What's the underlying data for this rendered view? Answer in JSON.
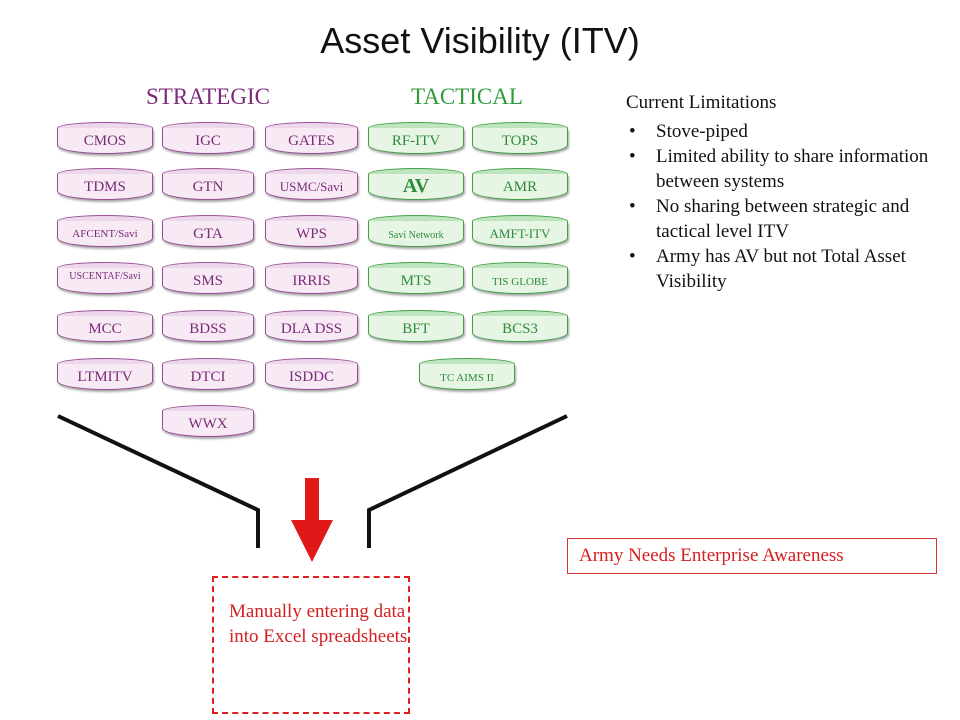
{
  "title": "Asset Visibility (ITV)",
  "sections": {
    "strategic": "STRATEGIC",
    "tactical": "TACTICAL"
  },
  "strategic_systems": [
    "CMOS",
    "IGC",
    "GATES",
    "TDMS",
    "GTN",
    "USMC/Savi",
    "AFCENT/Savi",
    "GTA",
    "WPS",
    "USCENTAF/Savi",
    "SMS",
    "IRRIS",
    "MCC",
    "BDSS",
    "DLA DSS",
    "LTMITV",
    "DTCI",
    "ISDDC",
    "WWX"
  ],
  "tactical_systems": [
    "RF-ITV",
    "TOPS",
    "AV",
    "AMR",
    "Savi Network",
    "AMFT-ITV",
    "MTS",
    "TIS GLOBE",
    "BFT",
    "BCS3",
    "TC AIMS II"
  ],
  "limitations": {
    "heading": "Current Limitations",
    "items": [
      "Stove-piped",
      "Limited ability to share information between systems",
      "No sharing between strategic and tactical level ITV",
      "Army has AV but not Total Asset Visibility"
    ]
  },
  "callouts": {
    "enterprise": "Army Needs Enterprise Awareness",
    "manual": "Manually entering data into Excel spreadsheets"
  },
  "colors": {
    "strategic": "#7b2a78",
    "tactical": "#2e8b3a",
    "alert": "#e02020"
  }
}
